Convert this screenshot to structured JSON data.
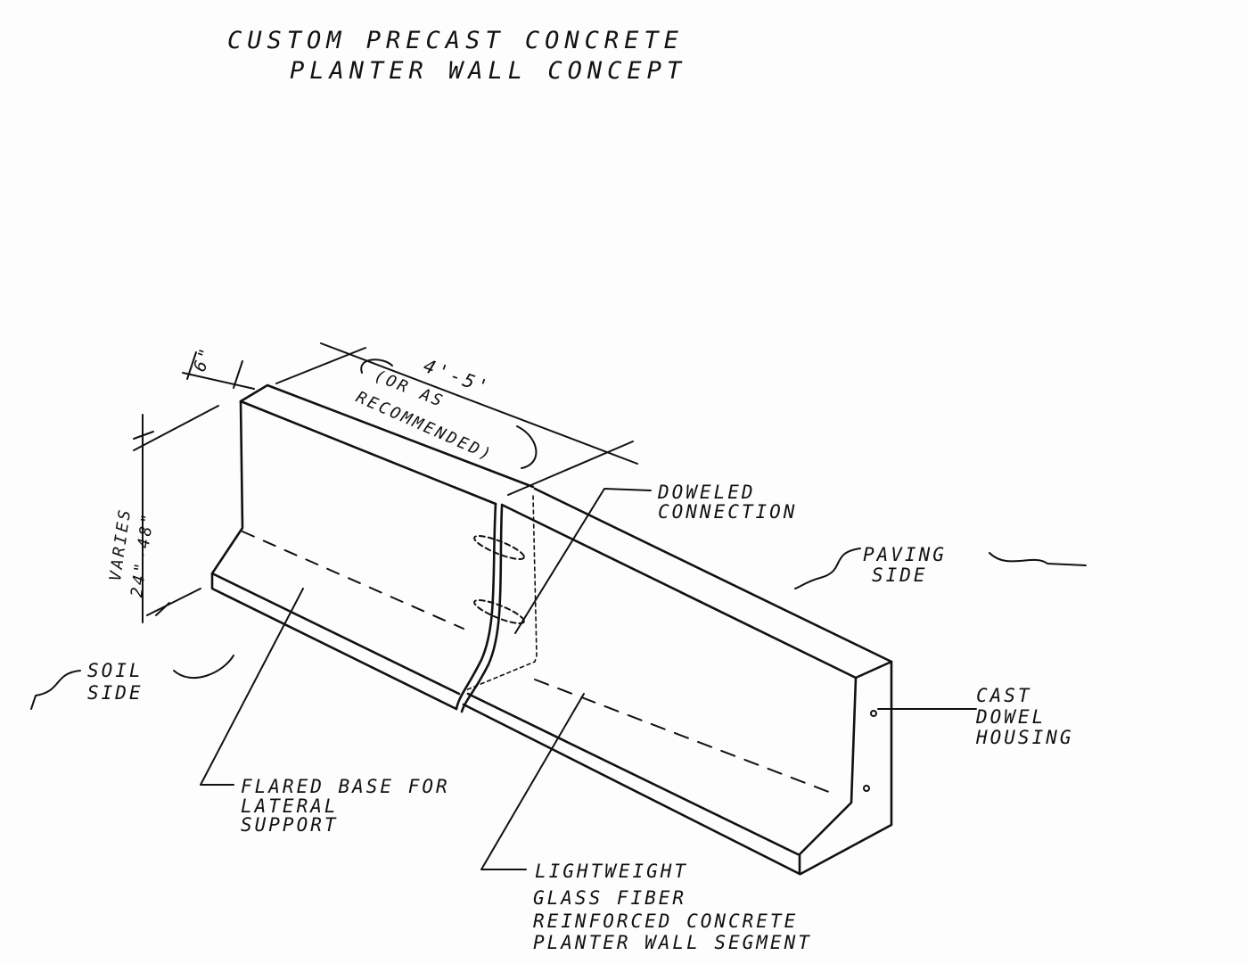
{
  "title": {
    "line1": "CUSTOM PRECAST CONCRETE",
    "line2": "PLANTER WALL CONCEPT"
  },
  "dimensions": {
    "thickness": "6\"",
    "length": "4'-5'",
    "length_note_1": "(OR AS",
    "length_note_2": "RECOMMENDED)",
    "height_1": "VARIES",
    "height_2": "24\"-48\""
  },
  "labels": {
    "doweled": [
      "DOWELED",
      "CONNECTION"
    ],
    "paving": [
      "PAVING",
      "SIDE"
    ],
    "soil": [
      "SOIL",
      "SIDE"
    ],
    "dowel_housing": [
      "CAST",
      "DOWEL",
      "HOUSING"
    ],
    "flared_base": [
      "FLARED BASE FOR",
      "LATERAL",
      "SUPPORT"
    ],
    "segment": [
      "LIGHTWEIGHT",
      "GLASS FIBER",
      "REINFORCED CONCRETE",
      "PLANTER WALL SEGMENT"
    ]
  }
}
